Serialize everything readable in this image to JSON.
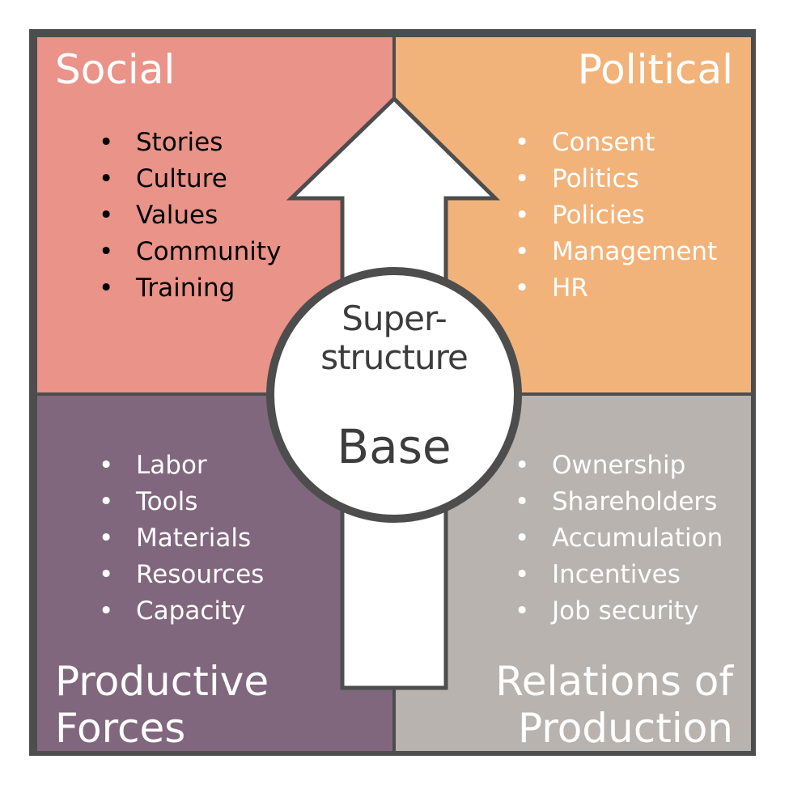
{
  "quadrants": {
    "social": {
      "title": "Social",
      "items": [
        "Stories",
        "Culture",
        "Values",
        "Community",
        "Training"
      ],
      "color": "#e99389"
    },
    "political": {
      "title": "Political",
      "items": [
        "Consent",
        "Politics",
        "Policies",
        "Management",
        "HR"
      ],
      "color": "#f2b37b"
    },
    "productive_forces": {
      "title_lines": [
        "Productive",
        "Forces"
      ],
      "items": [
        "Labor",
        "Tools",
        "Materials",
        "Resources",
        "Capacity"
      ],
      "color": "#81677d"
    },
    "relations_of_production": {
      "title_lines": [
        "Relations of",
        "Production"
      ],
      "items": [
        "Ownership",
        "Shareholders",
        "Accumulation",
        "Incentives",
        "Job security"
      ],
      "color": "#b8b3ae"
    }
  },
  "center": {
    "superstructure_lines": [
      "Super-",
      "structure"
    ],
    "base": "Base"
  },
  "colors": {
    "frame": "#4d4d4d",
    "arrow_fill": "#ffffff",
    "center_text": "#3d3d3d"
  },
  "icons": {
    "arrow": "up-arrow-icon"
  }
}
